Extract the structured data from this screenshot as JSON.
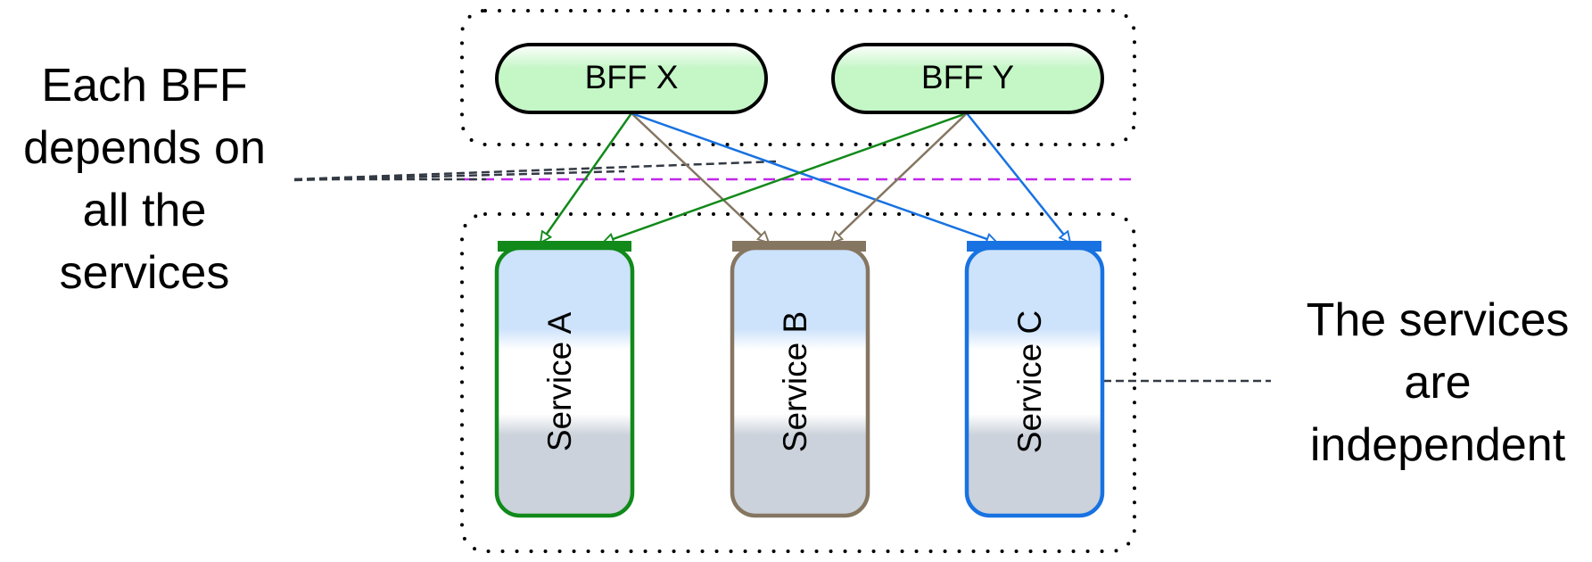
{
  "bffs": [
    {
      "id": "x",
      "label": "BFF X"
    },
    {
      "id": "y",
      "label": "BFF Y"
    }
  ],
  "services": [
    {
      "id": "a",
      "label": "Service A",
      "color": "#118a1a"
    },
    {
      "id": "b",
      "label": "Service B",
      "color": "#857662"
    },
    {
      "id": "c",
      "label": "Service C",
      "color": "#1872e1"
    }
  ],
  "annotations": {
    "left_lines": [
      "Each BFF",
      "depends on",
      "all the",
      "services"
    ],
    "right_lines": [
      "The services",
      "are",
      "independent"
    ]
  },
  "colors": {
    "bff_fill_top": "#c4f6c6",
    "bff_fill_bottom": "#c4f6c6",
    "service_fill_top": "#cde2fb",
    "service_fill_bottom": "#cbd2db",
    "divider": "#c227ea",
    "leader_line": "#333a44"
  }
}
